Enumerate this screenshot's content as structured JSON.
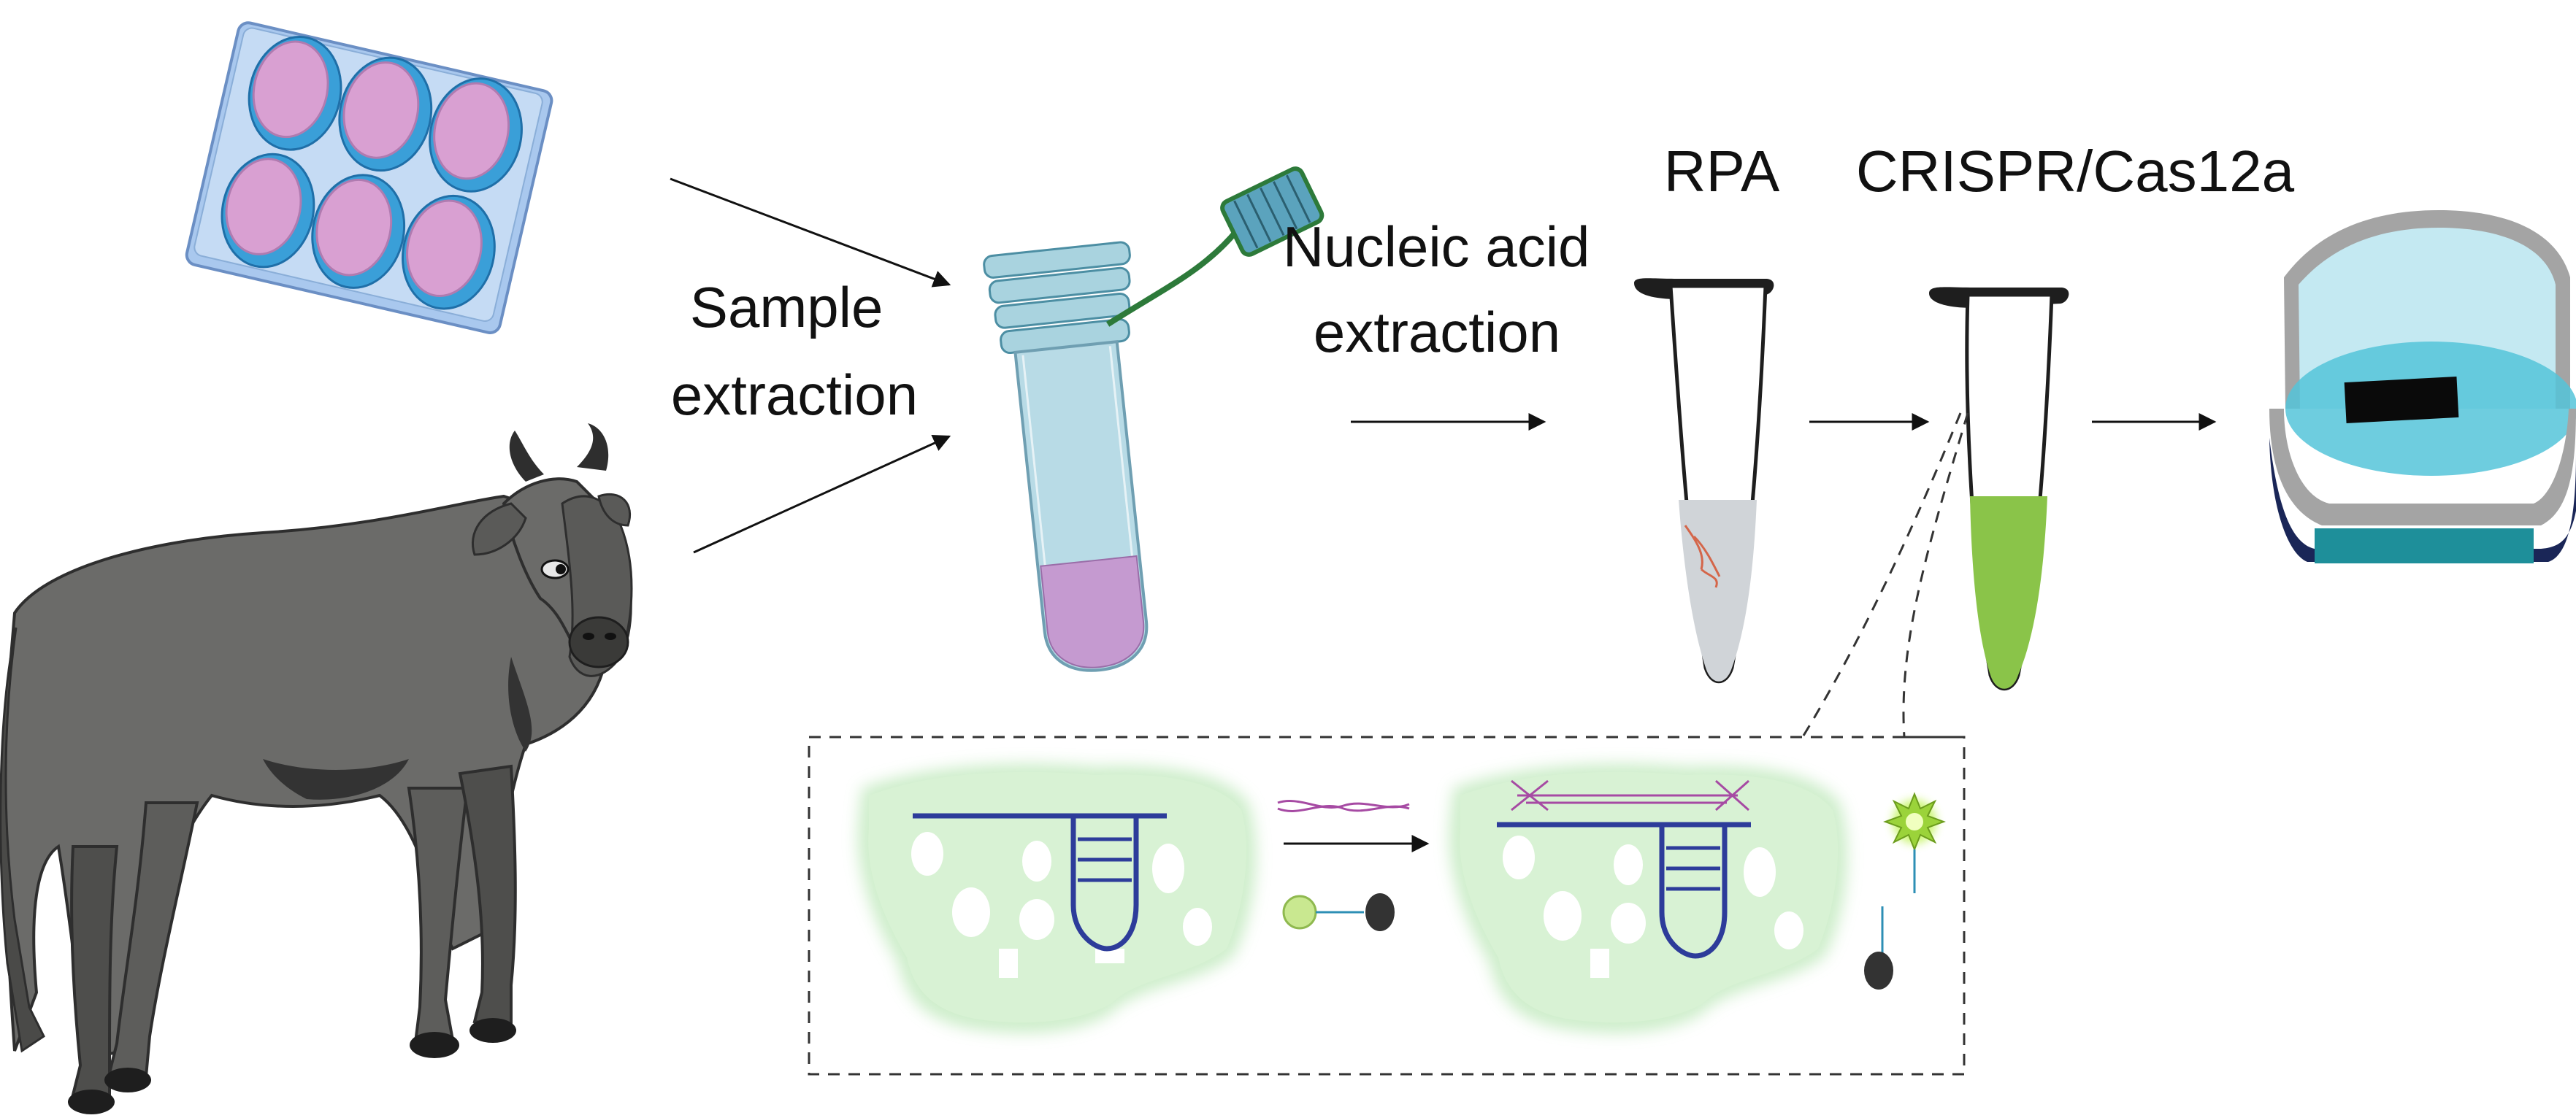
{
  "labels": {
    "sample_extraction": [
      "Sample",
      "extraction"
    ],
    "nucleic_acid_extraction": [
      "Nucleic acid",
      "extraction"
    ],
    "rpa": "RPA",
    "crispr": "CRISPR/Cas12a"
  },
  "colors": {
    "plate_frame": "#a9c8ee",
    "plate_well_rim": "#3a9fd8",
    "plate_well_fill": "#d9a0d2",
    "cow_body": "#6b6b69",
    "cow_dark": "#2e2e2e",
    "tube_body": "#b8dbe6",
    "tube_liquid": "#c59ad0",
    "cap_green": "#2d7a3a",
    "rpa_liquid": "#d0d4d8",
    "rpa_dna": "#d4664a",
    "crispr_liquid": "#8ac449",
    "reader_teal": "#1e8f9a",
    "reader_navy": "#1a2657",
    "reader_glass": "#55c4d9",
    "cas_complex_fill": "#c6ebc2",
    "crrna_blue": "#2d3c9a",
    "target_dna_purple": "#a64aa3",
    "reporter_green": "#c9e890",
    "quencher_dark": "#333333",
    "dashed_border": "#333333"
  },
  "icons": [
    "culture-plate-icon",
    "cow-icon",
    "sample-tube-icon",
    "rpa-tube-icon",
    "crispr-tube-icon",
    "fluorescence-reader-icon",
    "cas12a-complex-icon",
    "reporter-probe-icon",
    "fluorescence-spark-icon"
  ]
}
